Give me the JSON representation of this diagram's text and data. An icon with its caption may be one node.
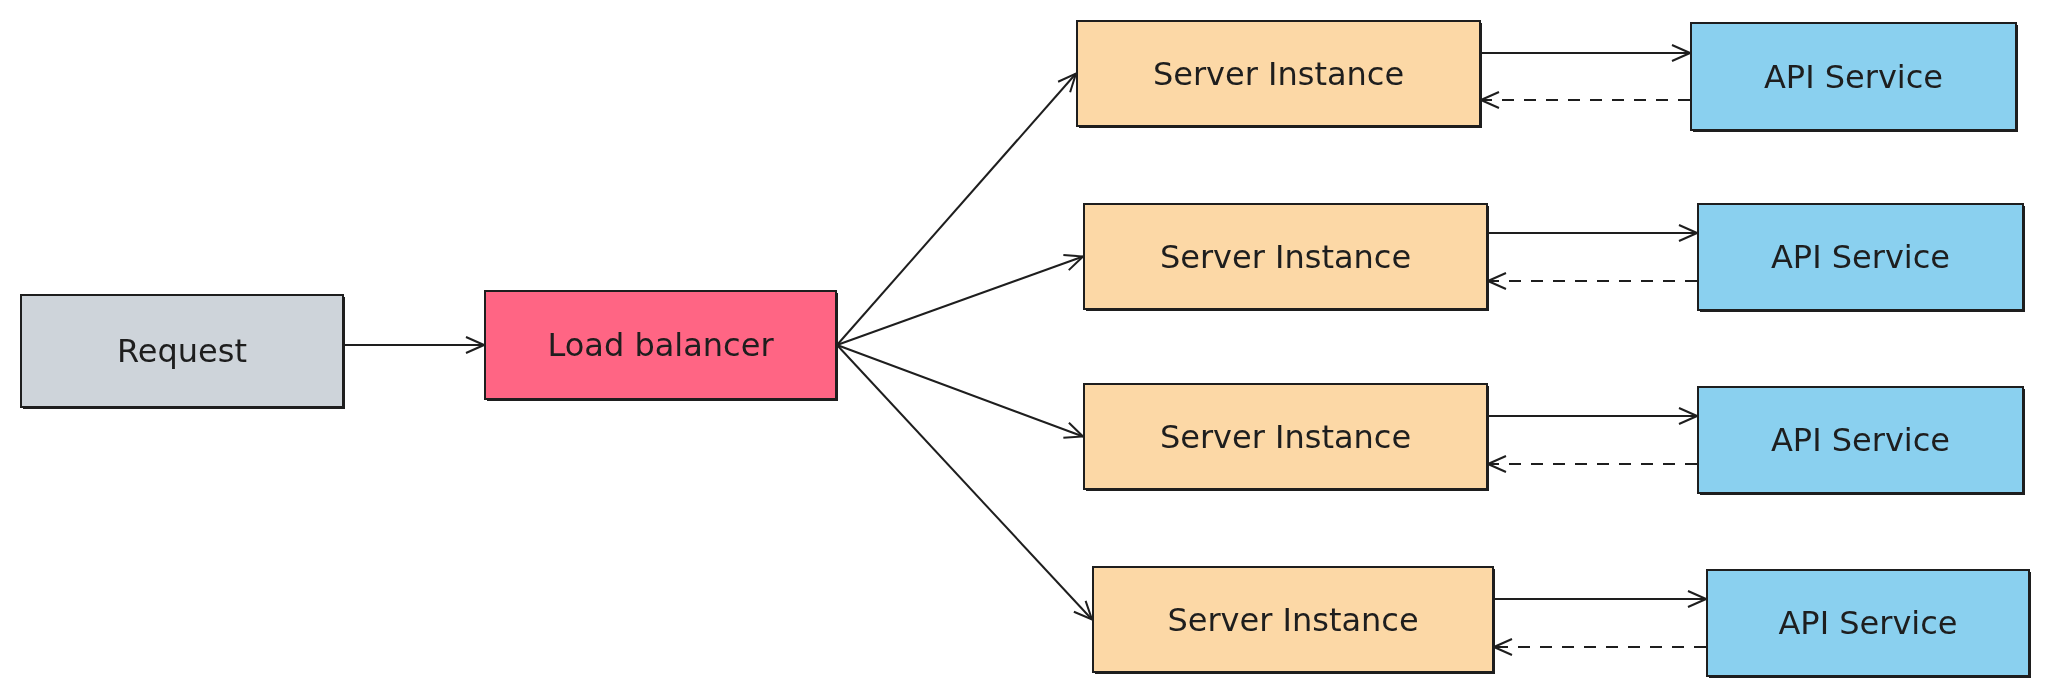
{
  "diagram": {
    "nodes": [
      {
        "text": [
          "Request"
        ]
      },
      {
        "text": [
          "Load balancer"
        ]
      },
      {
        "text": [
          "Server Instance"
        ]
      },
      {
        "text": [
          "API Service"
        ]
      },
      {
        "text": [
          "Server Instance"
        ]
      },
      {
        "text": [
          "API Service"
        ]
      },
      {
        "text": [
          "Server Instance"
        ]
      },
      {
        "text": [
          "API Service"
        ]
      },
      {
        "text": [
          "Server Instance"
        ]
      },
      {
        "text": [
          "API Service"
        ]
      }
    ],
    "edges": [
      {
        "from": 0,
        "to": 1,
        "arrow": "to"
      },
      {
        "from": 1,
        "to": 2,
        "arrow": "to"
      },
      {
        "from": 1,
        "to": 4,
        "arrow": "to"
      },
      {
        "from": 1,
        "to": 6,
        "arrow": "to"
      },
      {
        "from": 1,
        "to": 8,
        "arrow": "to"
      },
      {
        "from": 2,
        "to": 3,
        "arrow": "to"
      },
      {
        "from": 3,
        "to": 2,
        "arrow": "to",
        "style": "dashed"
      },
      {
        "from": 4,
        "to": 5,
        "arrow": "to"
      },
      {
        "from": 5,
        "to": 4,
        "arrow": "to",
        "style": "dashed"
      },
      {
        "from": 6,
        "to": 7,
        "arrow": "to"
      },
      {
        "from": 7,
        "to": 6,
        "arrow": "to",
        "style": "dashed"
      },
      {
        "from": 8,
        "to": 9,
        "arrow": "to"
      },
      {
        "from": 9,
        "to": 8,
        "arrow": "to",
        "style": "dashed"
      }
    ]
  }
}
